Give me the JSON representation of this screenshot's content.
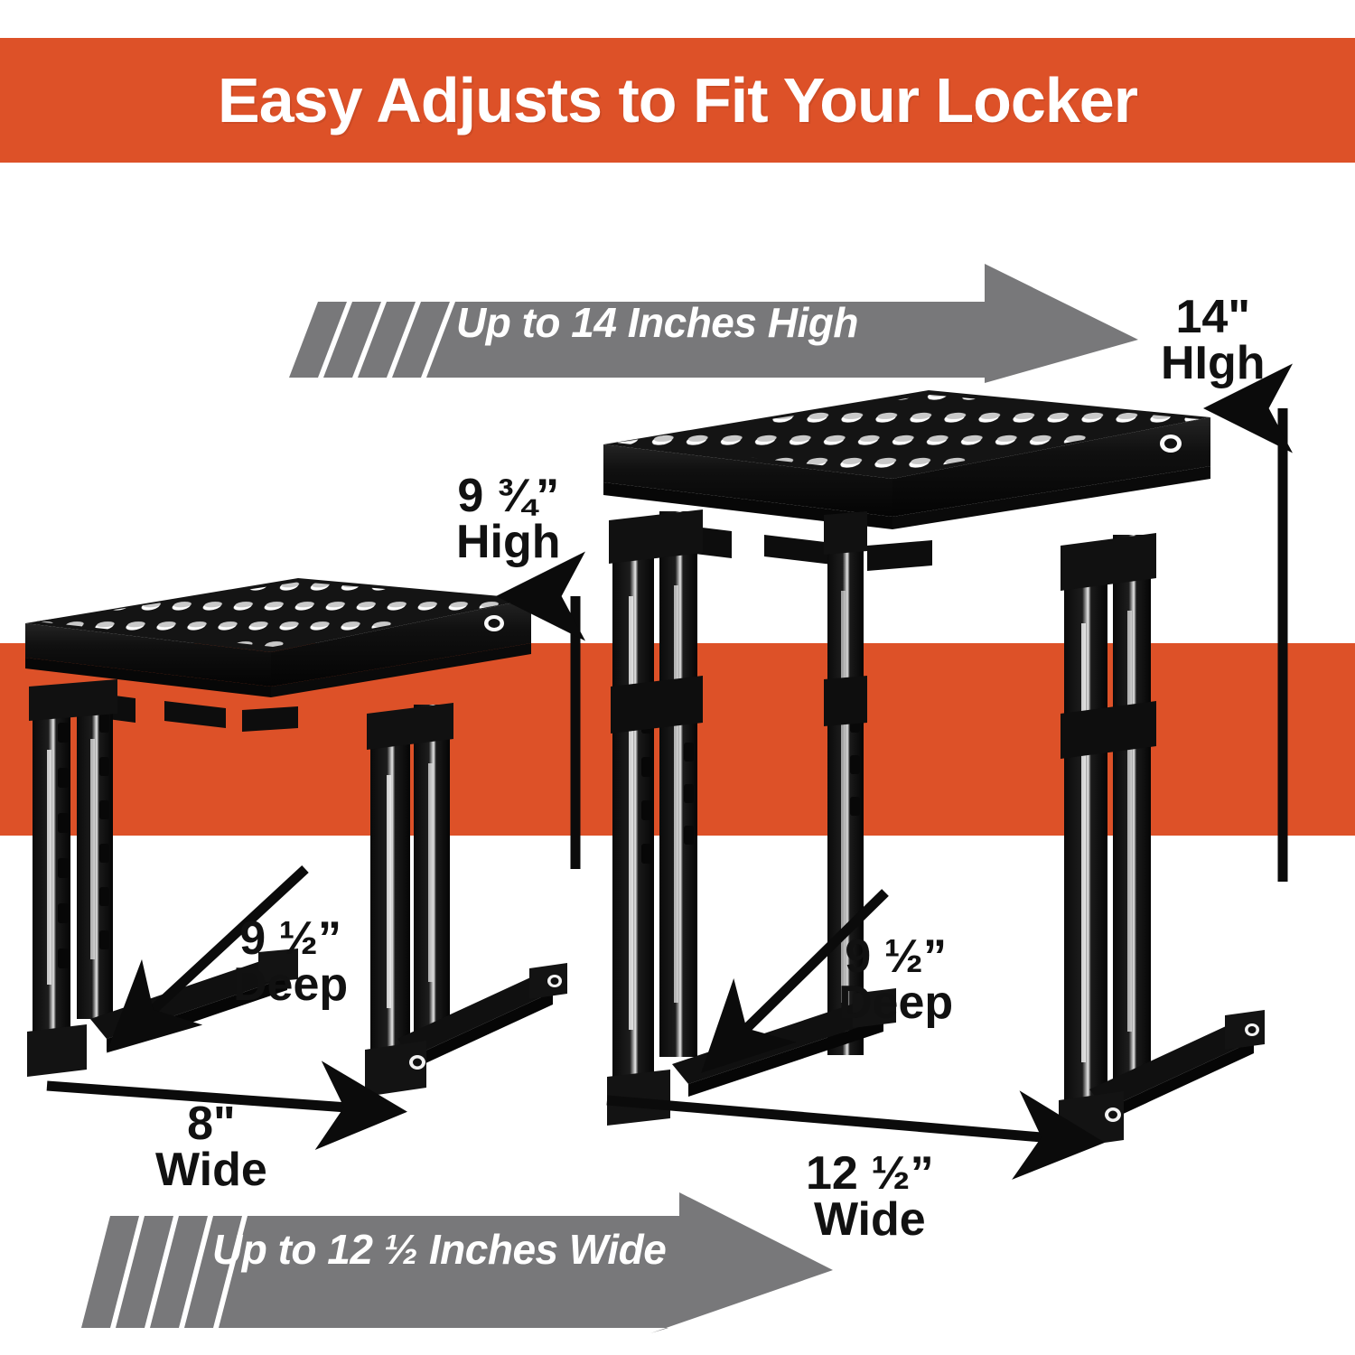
{
  "header": {
    "title": "Easy Adjusts to Fit Your Locker",
    "background_color": "#dd5128",
    "text_color": "#ffffff"
  },
  "band": {
    "color": "#dd5128"
  },
  "banners": [
    {
      "id": "high",
      "text": "Up to 14 Inches High",
      "color": "#78787a",
      "direction": "right"
    },
    {
      "id": "wide",
      "text": "Up to 12 ½ Inches Wide",
      "color": "#78787a",
      "direction": "right"
    }
  ],
  "products": [
    {
      "name": "small-shelf",
      "height_line1": "9 ¾”",
      "height_line2": "High",
      "depth_line1": "9 ½”",
      "depth_line2": "Deep",
      "width_line1": "8\"",
      "width_line2": "Wide",
      "color": "#0d0d0d"
    },
    {
      "name": "large-shelf",
      "height_line1": "14\"",
      "height_line2": "HIgh",
      "depth_line1": "9 ½”",
      "depth_line2": "Deep",
      "width_line1": "12 ½”",
      "width_line2": "Wide",
      "color": "#0d0d0d"
    }
  ],
  "dimensions": {
    "small_height": "9 ¾” High",
    "small_depth": "9 ½” Deep",
    "small_width": "8\" Wide",
    "large_height": "14\" HIgh",
    "large_depth": "9 ½” Deep",
    "large_width": "12 ½” Wide"
  }
}
